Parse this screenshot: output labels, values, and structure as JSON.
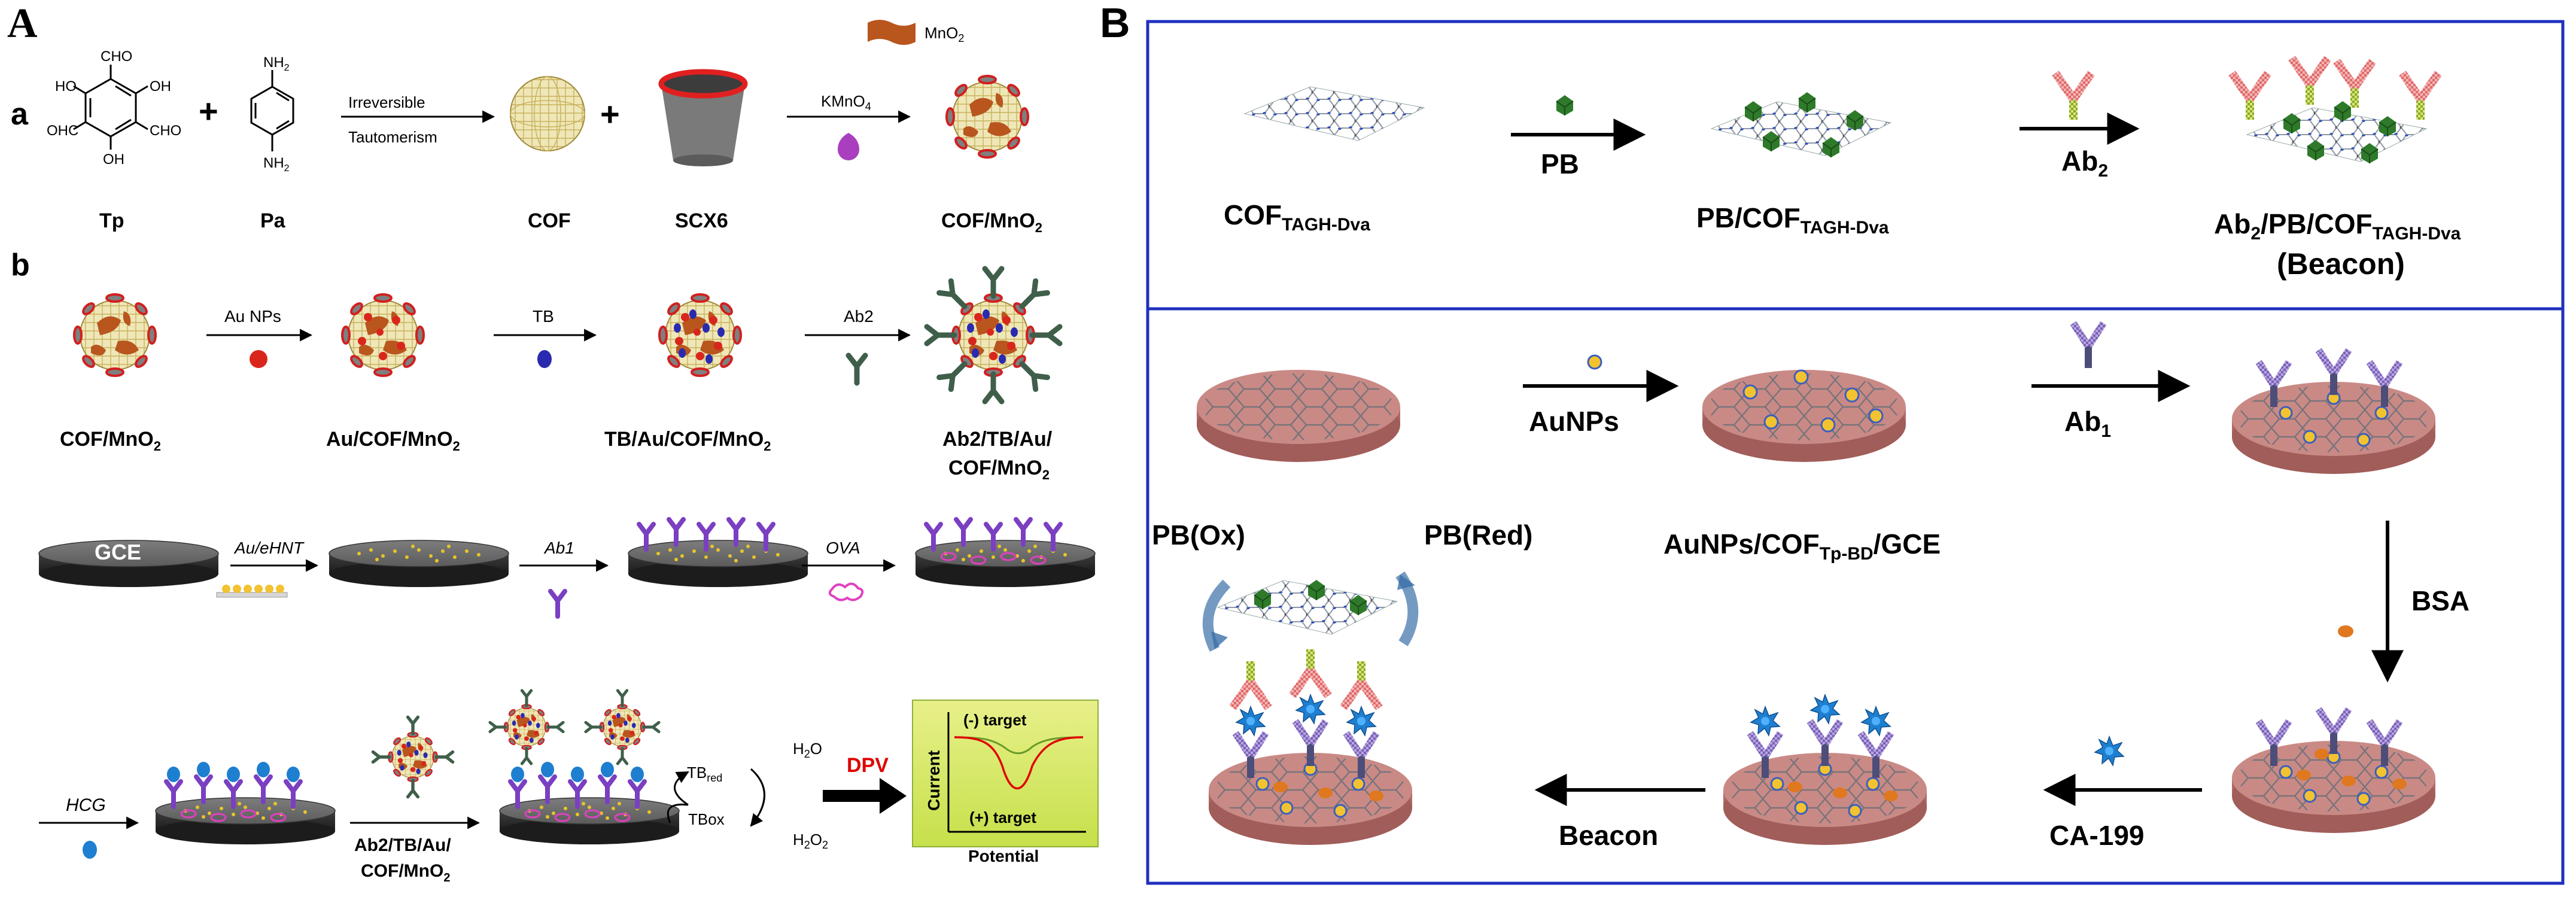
{
  "panel_a": {
    "letter": "A",
    "row_a": {
      "label": "a",
      "tp": {
        "cho_top": "CHO",
        "oh_left": "HO",
        "oh_right": "OH",
        "cho_bl": "OHC",
        "cho_br": "CHO",
        "oh_bottom": "OH",
        "name": "Tp"
      },
      "pa": {
        "nh2_top": "NH",
        "nh2_top_sub": "2",
        "nh2_bottom": "NH",
        "nh2_bottom_sub": "2",
        "name": "Pa"
      },
      "plus1": "+",
      "arrow1": {
        "line1": "Irreversible",
        "line2": "Tautomerism"
      },
      "cof_label": "COF",
      "plus2": "+",
      "scx6_label": "SCX6",
      "arrow2_label": "KMnO",
      "arrow2_sub": "4",
      "mno2_legend": "MnO",
      "mno2_legend_sub": "2",
      "product_label": "COF/MnO",
      "product_sub": "2"
    },
    "row_b": {
      "label": "b",
      "step1_start": "COF/MnO",
      "step1_start_sub": "2",
      "arrow_au": "Au NPs",
      "step2": "Au/COF/MnO",
      "step2_sub": "2",
      "arrow_tb": "TB",
      "step3": "TB/Au/COF/MnO",
      "step3_sub": "2",
      "arrow_ab2": "Ab2",
      "step4_line1": "Ab2/TB/Au/",
      "step4_line2": "COF/MnO",
      "step4_sub": "2"
    },
    "row_c": {
      "gce": "GCE",
      "arrow_au": "Au/eHNT",
      "arrow_ab1": "Ab1",
      "arrow_ova": "OVA"
    },
    "row_d": {
      "arrow_hcg": "HCG",
      "arrow_probe_line1": "Ab2/TB/Au/",
      "arrow_probe_line2": "COF/MnO",
      "arrow_probe_sub": "2",
      "tb_red": "TB",
      "tb_red_sub": "red",
      "tb_ox": "TBox",
      "h2o": "H",
      "h2o_sub": "2",
      "h2o_tail": "O",
      "h2o2": "H",
      "h2o2_sub": "2",
      "h2o2_mid": "O",
      "h2o2_sub2": "2",
      "dpv": "DPV",
      "inset_minus": "(-) target",
      "inset_plus": "(+) target",
      "inset_ylabel": "Current",
      "inset_xlabel": "Potential"
    }
  },
  "panel_b": {
    "letter": "B",
    "top": {
      "cof": "COF",
      "cof_sub": "TAGH-Dva",
      "arrow_pb": "PB",
      "pb_cof": "PB/COF",
      "pb_cof_sub": "TAGH-Dva",
      "arrow_ab2": "Ab",
      "arrow_ab2_sub": "2",
      "beacon_line1_a": "Ab",
      "beacon_line1_sub1": "2",
      "beacon_line1_b": "/PB/COF",
      "beacon_line1_sub2": "TAGH-Dva",
      "beacon_line2": "(Beacon)"
    },
    "bottom": {
      "arrow_aunps": "AuNPs",
      "aunps_cof": "AuNPs/COF",
      "aunps_cof_sub": "Tp-BD",
      "aunps_cof_tail": "/GCE",
      "arrow_ab1": "Ab",
      "arrow_ab1_sub": "1",
      "arrow_bsa": "BSA",
      "arrow_ca": "CA-199",
      "arrow_beacon": "Beacon",
      "pb_ox": "PB(Ox)",
      "pb_red": "PB(Red)"
    }
  },
  "colors": {
    "panel_border": "#1f2fbf",
    "mno2": "#b8561e",
    "disc_top": "#c98a86",
    "disc_side": "#b06a66",
    "gold": "#f2c230",
    "antibody_purple": "#8a6fc0",
    "antigen_blue": "#1e7fd0",
    "pb_green": "#2e7a2a",
    "ab2_pink": "#e88a8a",
    "ab2_yellowgreen": "#a8c83a",
    "dpv_red": "#e00000"
  }
}
